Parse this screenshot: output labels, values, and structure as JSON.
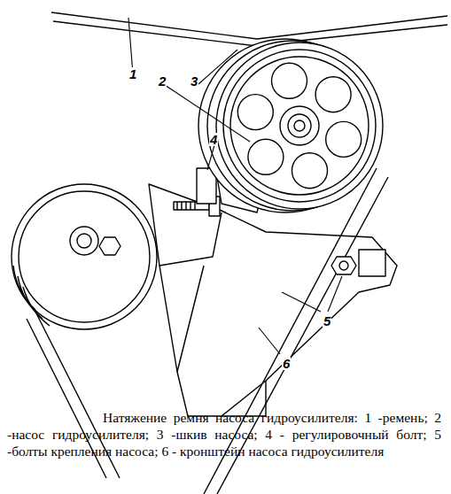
{
  "diagram": {
    "caption": "Натяжение ремня насоса гидроусилителя: 1 -ремень; 2 -насос гидроусилителя; 3 -шкив насоса; 4 - регулировочный болт; 5 -болты крепления насоса; 6 - кронштейн насоса гидроусилителя",
    "labels": [
      "1",
      "2",
      "3",
      "4",
      "5",
      "6"
    ]
  }
}
